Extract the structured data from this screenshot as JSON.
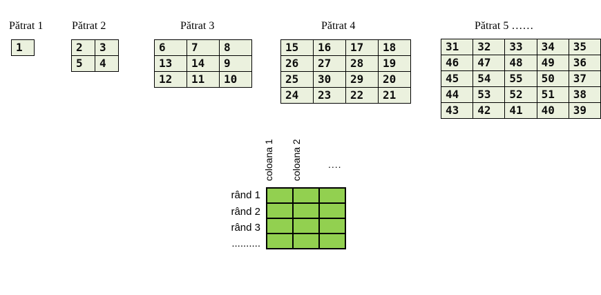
{
  "colors": {
    "background": "#ffffff",
    "square_cell_bg": "#ebf1de",
    "matrix_cell_bg": "#92d050",
    "border": "#000000",
    "text": "#000000"
  },
  "squares": [
    {
      "title": "Pătrat 1",
      "rows": [
        [
          "1"
        ]
      ]
    },
    {
      "title": "Pătrat 2",
      "rows": [
        [
          "2",
          "3"
        ],
        [
          "5",
          "4"
        ]
      ]
    },
    {
      "title": "Pătrat 3",
      "rows": [
        [
          "6",
          "7",
          "8"
        ],
        [
          "13",
          "14",
          "9"
        ],
        [
          "12",
          "11",
          "10"
        ]
      ]
    },
    {
      "title": "Pătrat 4",
      "rows": [
        [
          "15",
          "16",
          "17",
          "18"
        ],
        [
          "26",
          "27",
          "28",
          "19"
        ],
        [
          "25",
          "30",
          "29",
          "20"
        ],
        [
          "24",
          "23",
          "22",
          "21"
        ]
      ]
    },
    {
      "title": "Pătrat 5 ……",
      "rows": [
        [
          "31",
          "32",
          "33",
          "34",
          "35"
        ],
        [
          "46",
          "47",
          "48",
          "49",
          "36"
        ],
        [
          "45",
          "54",
          "55",
          "50",
          "37"
        ],
        [
          "44",
          "53",
          "52",
          "51",
          "38"
        ],
        [
          "43",
          "42",
          "41",
          "40",
          "39"
        ]
      ]
    }
  ],
  "matrix_table": {
    "rows": 4,
    "columns": 3,
    "column_headers": [
      "coloana 1",
      "coloana 2",
      "...."
    ],
    "row_headers": [
      "rând 1",
      "rând 2",
      "rând 3",
      ".........."
    ]
  }
}
